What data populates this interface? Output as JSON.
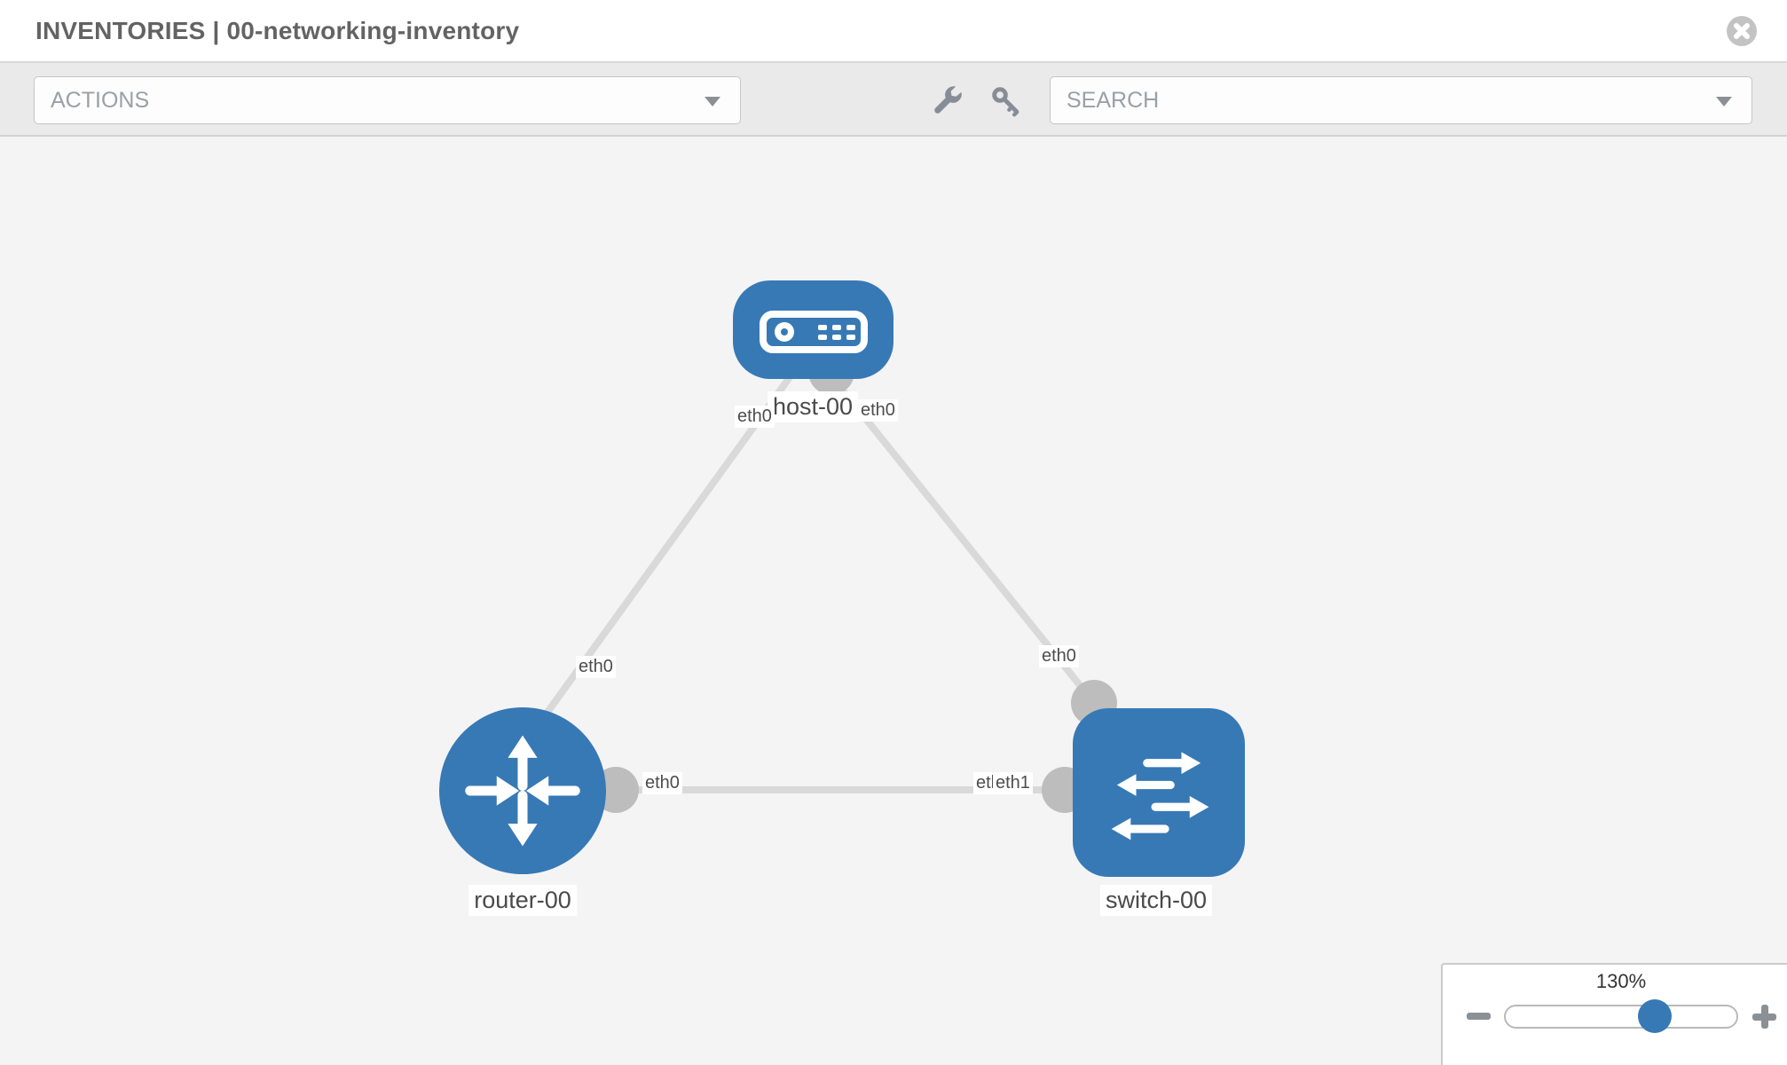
{
  "header": {
    "title": "INVENTORIES | 00-networking-inventory"
  },
  "toolbar": {
    "actions_label": "ACTIONS",
    "search_placeholder": "SEARCH"
  },
  "topology": {
    "nodes": [
      {
        "id": "host-00",
        "label": "host-00",
        "type": "host"
      },
      {
        "id": "router-00",
        "label": "router-00",
        "type": "router"
      },
      {
        "id": "switch-00",
        "label": "switch-00",
        "type": "switch"
      }
    ],
    "links": [
      {
        "from": "host-00",
        "to": "router-00"
      },
      {
        "from": "host-00",
        "to": "switch-00"
      },
      {
        "from": "router-00",
        "to": "switch-00"
      }
    ],
    "interfaces": {
      "host_left": "eth0",
      "host_right": "eth0",
      "router_top": "eth0",
      "router_right": "eth0",
      "switch_top": "eth0",
      "switch_left_under": "eth0",
      "switch_left": "eth1"
    }
  },
  "zoom_control": {
    "level": "130%"
  },
  "icons": {
    "close": "x-circle",
    "actions_caret": "chevron-down",
    "search_caret": "chevron-down",
    "wrench": "wrench",
    "key": "key",
    "zoom_out": "minus",
    "zoom_in": "plus"
  },
  "colors": {
    "node_blue": "#3779b5",
    "link_gray": "#d9d9d9",
    "connector_gray": "#bdbdbd",
    "icon_gray": "#878d96",
    "canvas_bg": "#f4f4f5",
    "toolbar_bg": "#eaeaea"
  }
}
